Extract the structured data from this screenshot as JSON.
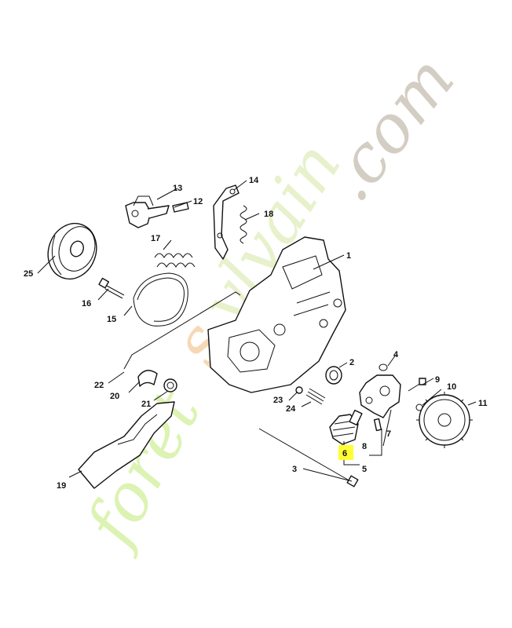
{
  "watermark": {
    "text": "foretsylvain.com",
    "colors": {
      "foret": "#d7f2a6",
      "s": "#f5d3a8",
      "ylvain": "#e3efc3",
      "com": "#c9c1b5"
    }
  },
  "highlight_color": "#ffff33",
  "parts": {
    "p1": "1",
    "p2": "2",
    "p3": "3",
    "p4": "4",
    "p5": "5",
    "p6": "6",
    "p7": "7",
    "p8": "8",
    "p9": "9",
    "p10": "10",
    "p11": "11",
    "p12": "12",
    "p13": "13",
    "p14": "14",
    "p15": "15",
    "p16": "16",
    "p17": "17",
    "p18": "18",
    "p19": "19",
    "p20": "20",
    "p21": "21",
    "p22": "22",
    "p23": "23",
    "p24": "24",
    "p25": "25"
  },
  "highlighted_part": "6"
}
